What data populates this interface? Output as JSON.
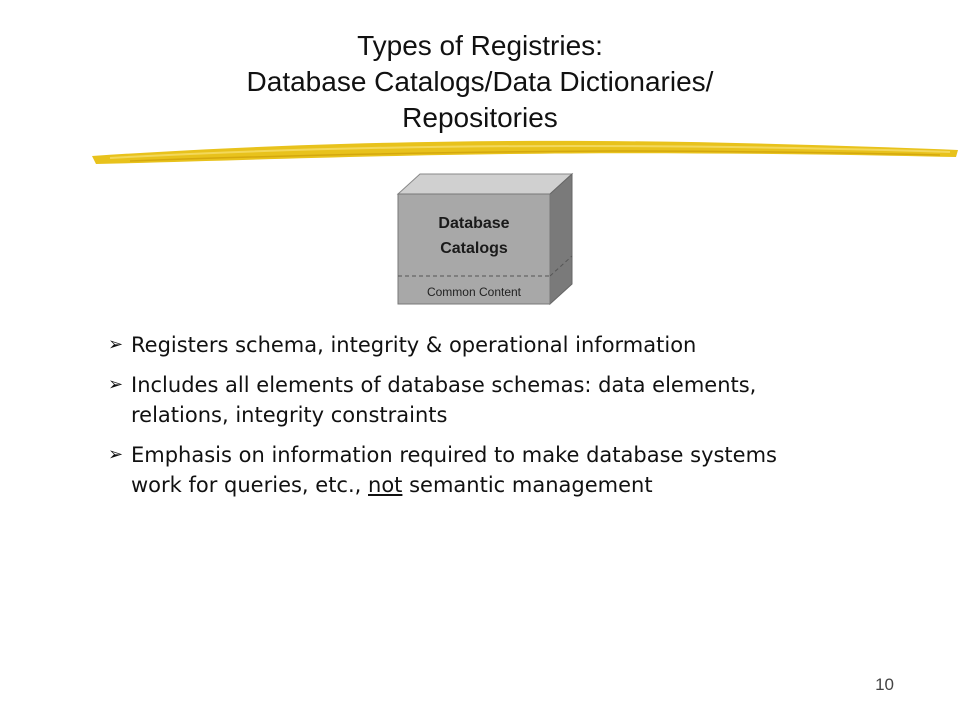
{
  "slide": {
    "title_lines": [
      "Types of Registries:",
      "Database Catalogs/Data Dictionaries/",
      "Repositories"
    ],
    "page_number": "10"
  },
  "diagram": {
    "box_title_line1": "Database",
    "box_title_line2": "Catalogs",
    "box_footer": "Common Content"
  },
  "bullets": [
    {
      "parts": [
        "Registers schema, integrity & operational information"
      ]
    },
    {
      "parts": [
        "Includes all elements of database schemas:  data elements,",
        "relations, integrity constraints"
      ]
    },
    {
      "parts": [
        "Emphasis on information required to make database systems",
        "work for queries, etc., ",
        "not",
        " semantic management"
      ]
    }
  ],
  "colors": {
    "brush": "#e8c21c",
    "cube_front": "#a8a8a8",
    "cube_top": "#d0d0d0",
    "cube_side": "#7a7a7a",
    "bullet_arrow": "#000000"
  },
  "icons": {
    "bullet": "arrow-bullet-icon"
  }
}
